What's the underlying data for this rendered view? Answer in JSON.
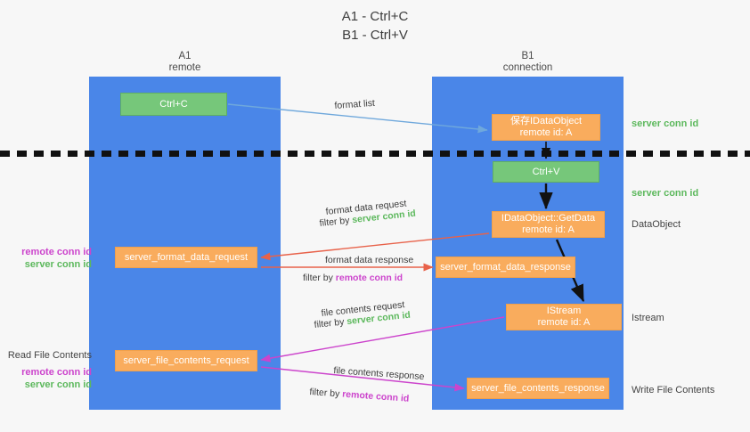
{
  "title": {
    "line1": "A1 - Ctrl+C",
    "line2": "B1 - Ctrl+V"
  },
  "lanes": {
    "left": {
      "name": "A1",
      "role": "remote"
    },
    "right": {
      "name": "B1",
      "role": "connection"
    }
  },
  "boxes": {
    "ctrl_c": {
      "label": "Ctrl+C",
      "color": "#76c77a"
    },
    "idataobject": {
      "line1": "保存IDataObject",
      "line2": "remote id: A",
      "color": "#f9ac5d"
    },
    "ctrl_v": {
      "label": "Ctrl+V",
      "color": "#76c77a"
    },
    "getdata": {
      "line1": "IDataObject::GetData",
      "line2": "remote id: A",
      "color": "#f9ac5d"
    },
    "format_data_request": {
      "label": "server_format_data_request",
      "color": "#f9ac5d"
    },
    "format_data_response": {
      "label": "server_format_data_response",
      "color": "#f9ac5d"
    },
    "istream": {
      "line1": "IStream",
      "line2": "remote id: A",
      "color": "#f9ac5d"
    },
    "file_contents_request": {
      "label": "server_file_contents_request",
      "color": "#f9ac5d"
    },
    "file_contents_response": {
      "label": "server_file_contents_response",
      "color": "#f9ac5d"
    }
  },
  "arrow_labels": {
    "format_list": "format list",
    "format_data_request": {
      "line1": "format data request",
      "prefix": "filter by ",
      "key": "server conn id"
    },
    "format_data_response": {
      "line1": "format data response",
      "prefix": "filter by ",
      "key": "remote conn id"
    },
    "file_contents_request": {
      "line1": "file contents request",
      "prefix": "filter by ",
      "key": "server conn id"
    },
    "file_contents_response": {
      "line1": "file contents response",
      "prefix": "filter by ",
      "key": "remote conn id"
    }
  },
  "side_labels": {
    "right_server_conn_1": "server conn id",
    "right_server_conn_2": "server conn id",
    "dataobject": "DataObject",
    "istream": "Istream",
    "write_file_contents": "Write File Contents",
    "read_file_contents": "Read File Contents",
    "remote_conn_id": "remote conn id",
    "server_conn_id": "server conn id"
  },
  "colors": {
    "lane": "#4a86e8",
    "green_text": "#5cb85c",
    "magenta_text": "#cc44cc",
    "orange_box": "#f9ac5d",
    "green_box": "#76c77a",
    "arrow_blue": "#6fa8dc",
    "arrow_red": "#e8624a",
    "arrow_magenta": "#cc44cc",
    "arrow_black": "#111111",
    "background": "#f7f7f7"
  }
}
